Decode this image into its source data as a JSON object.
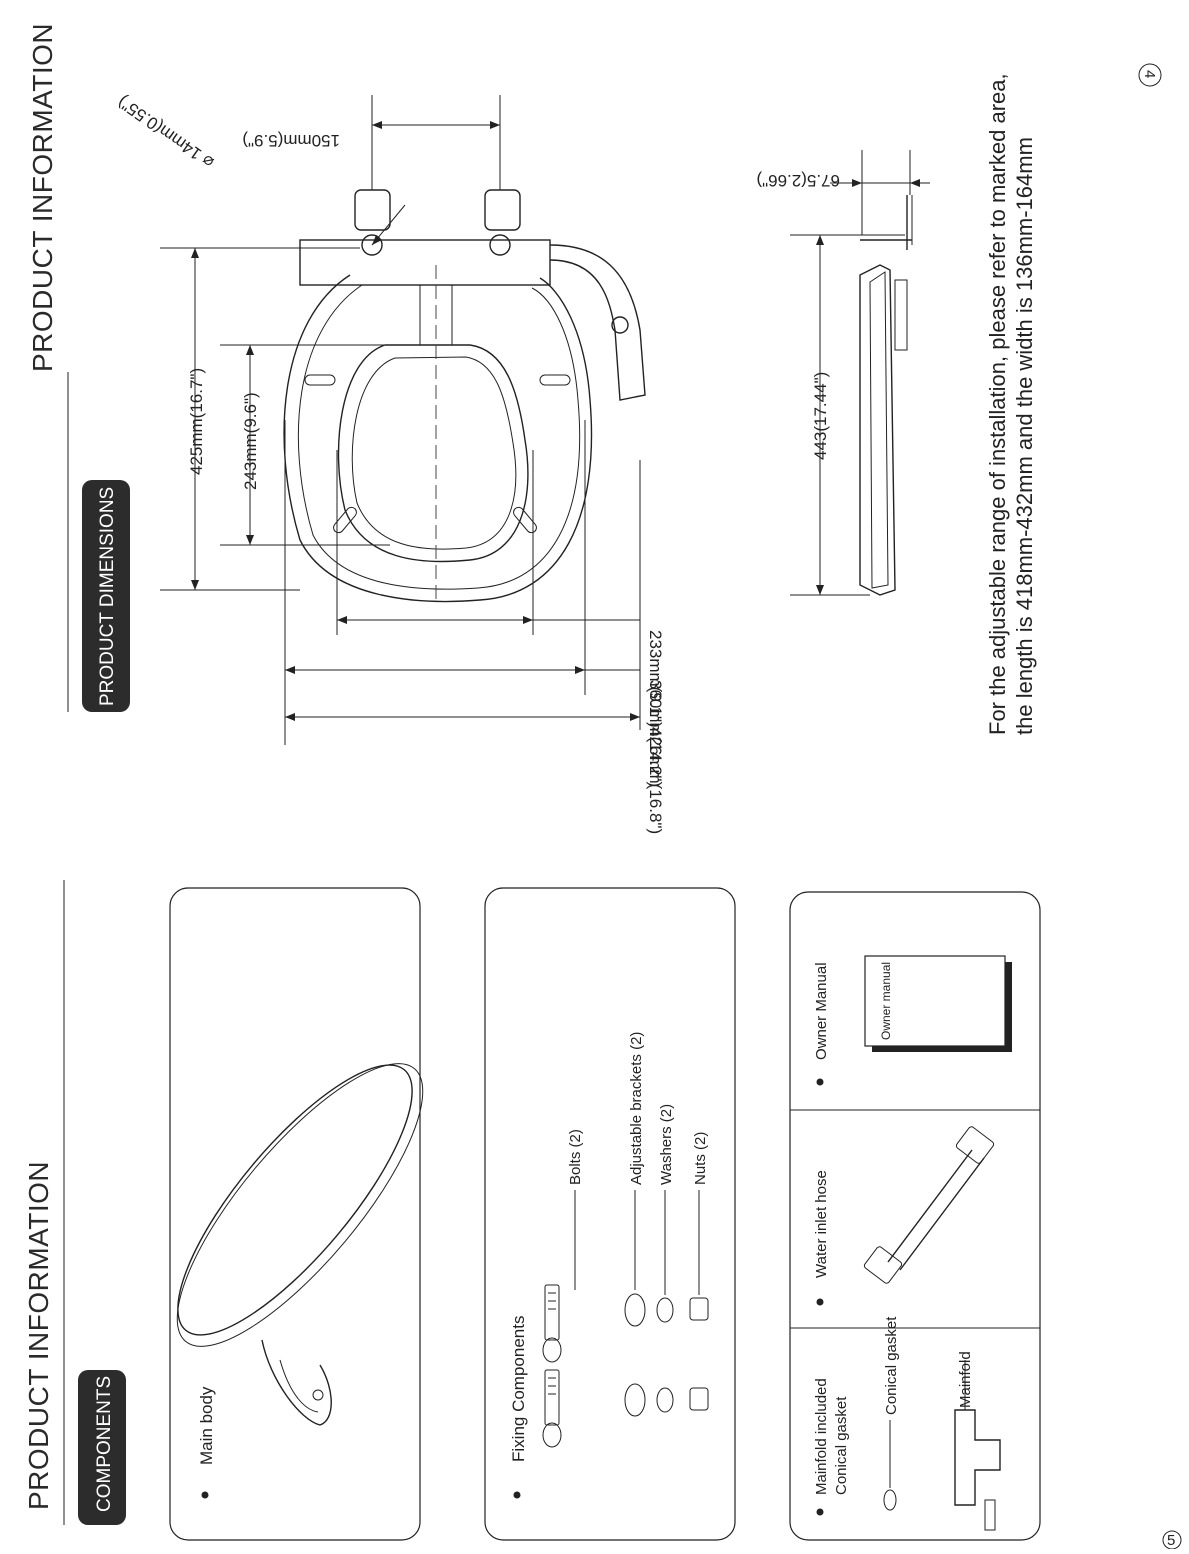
{
  "left_page": {
    "title": "PRODUCT INFORMATION",
    "section": "COMPONENTS",
    "main_body": {
      "label": "Main body"
    },
    "fixing": {
      "label": "Fixing Components",
      "items": [
        "Bolts (2)",
        "Adjustable brackets (2)",
        "Washers (2)",
        "Nuts (2)"
      ]
    },
    "accessories": {
      "manifold_title_line1": "Mainfold included",
      "manifold_title_line2": "Conical gasket",
      "conical_gasket": "Conical gasket",
      "mainfold": "Mainfold",
      "hose": "Water inlet hose",
      "manual": "Owner Manual",
      "manual_cover": "Owner manual"
    },
    "page_number": "5"
  },
  "right_page": {
    "title": "PRODUCT INFORMATION",
    "section": "PRODUCT DIMENSIONS",
    "dims": {
      "d150": "150mm(5.9\")",
      "d14": "⌀ 14mm(0.55\")",
      "d425": "425mm(16.7\")",
      "d243": "243mm(9.6\")",
      "d233": "233mm(9.1\")",
      "d360": "360mm(14.2\")",
      "d426": "426mm(16.8\")",
      "d675": "67.5(2.66\")",
      "d443": "443(17.44\")"
    },
    "note_line1": "For the adjustable range of installation, please refer to marked area,",
    "note_line2": "the length is 418mm-432mm and the width is 136mm-164mm",
    "page_number": "4"
  }
}
